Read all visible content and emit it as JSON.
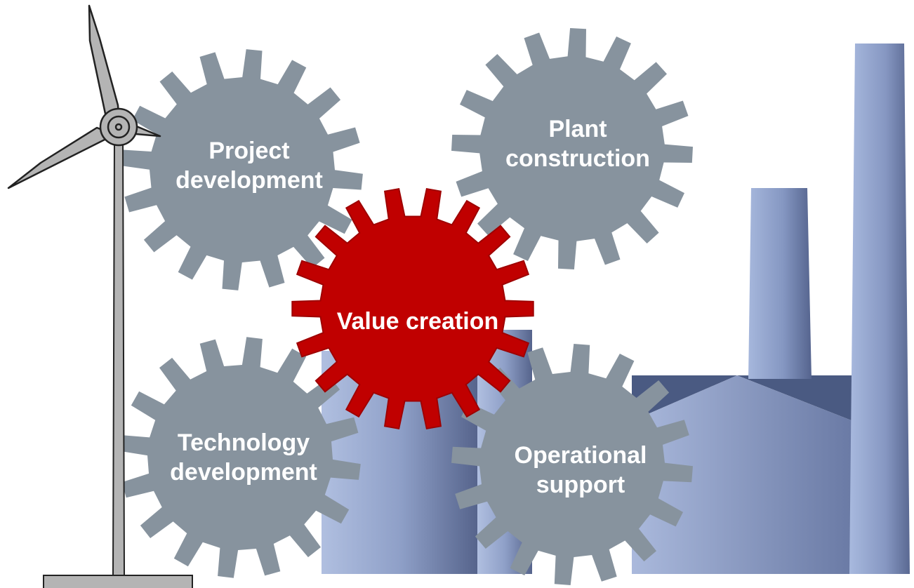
{
  "diagram": {
    "gears": [
      {
        "id": "project",
        "lines": [
          "Project",
          "development"
        ],
        "color": "#87939e"
      },
      {
        "id": "plant",
        "lines": [
          "Plant",
          "construction"
        ],
        "color": "#87939e"
      },
      {
        "id": "value",
        "lines": [
          "Value creation"
        ],
        "color": "#c00000",
        "stroke": "#9e0000"
      },
      {
        "id": "technology",
        "lines": [
          "Technology",
          "development"
        ],
        "color": "#87939e"
      },
      {
        "id": "operational",
        "lines": [
          "Operational",
          "support"
        ],
        "color": "#87939e"
      }
    ],
    "background_colors": {
      "factory_light": "#a7b6d9",
      "factory_dark": "#4a5a82",
      "turbine_fill": "#b4b4b4",
      "turbine_stroke": "#222222"
    }
  }
}
